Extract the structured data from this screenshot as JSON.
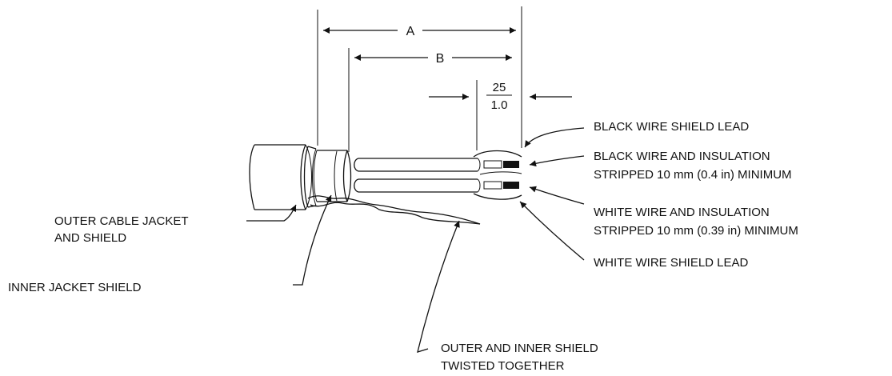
{
  "dimensions": {
    "a": "A",
    "b": "B",
    "strip_numerator": "25",
    "strip_denominator": "1.0"
  },
  "labels": {
    "black_shield_lead": "BLACK WIRE SHIELD LEAD",
    "black_wire_line1": "BLACK WIRE AND INSULATION",
    "black_wire_line2": "STRIPPED 10 mm (0.4 in) MINIMUM",
    "white_wire_line1": "WHITE WIRE AND INSULATION",
    "white_wire_line2": "STRIPPED 10 mm (0.39 in) MINIMUM",
    "white_shield_lead": "WHITE WIRE SHIELD LEAD",
    "outer_jacket_line1": "OUTER CABLE JACKET",
    "outer_jacket_line2": "AND SHIELD",
    "inner_jacket_shield": "INNER JACKET SHIELD",
    "twisted_line1": "OUTER AND INNER SHIELD",
    "twisted_line2": "TWISTED TOGETHER"
  },
  "colors": {
    "ink": "#111111",
    "background": "#ffffff"
  }
}
